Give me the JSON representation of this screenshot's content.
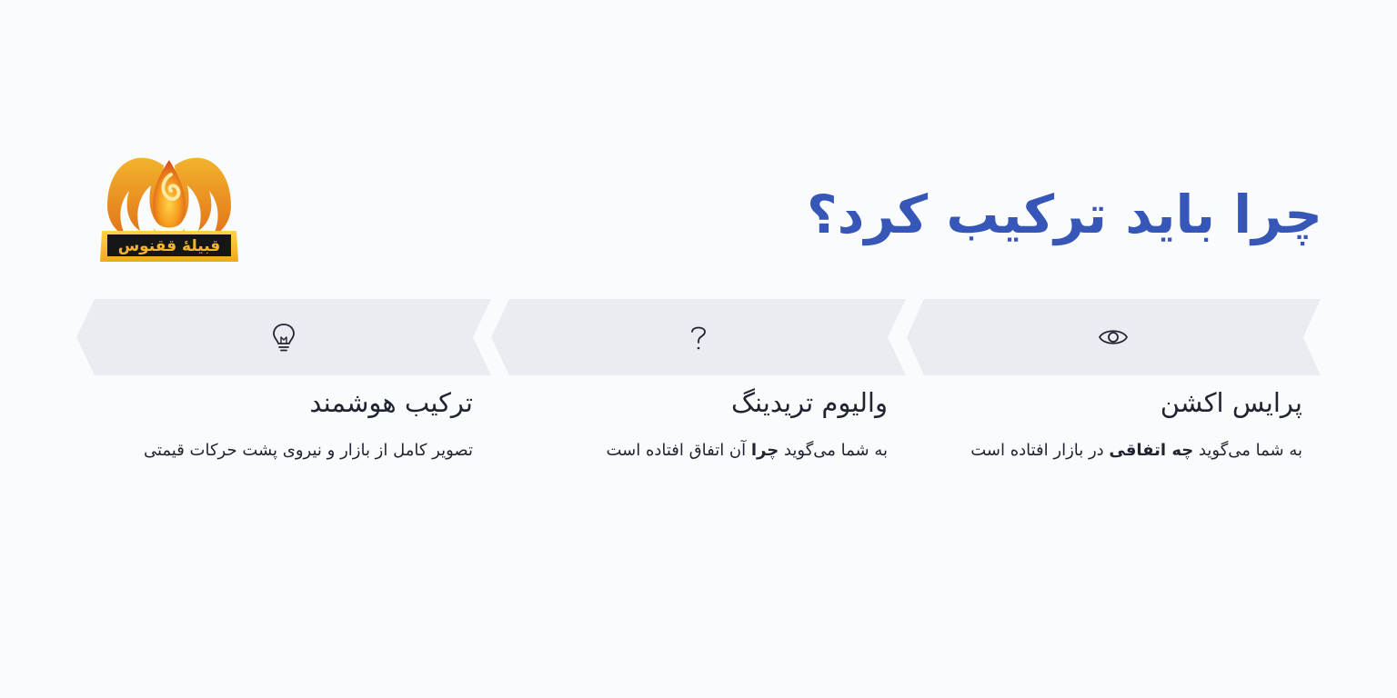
{
  "logo": {
    "text": "قبیلهٔ ققنوس",
    "icon": "phoenix-icon"
  },
  "title": "چرا باید ترکیب کرد؟",
  "colors": {
    "accent": "#3657b8",
    "chevron_fill": "#eaecf1",
    "text": "#1f2430",
    "background": "#fafbfd"
  },
  "steps": [
    {
      "icon": "eye-icon",
      "title": "پرایس اکشن",
      "desc_pre": "به شما می‌گوید ",
      "desc_bold": "چه اتفاقی",
      "desc_post": " در بازار افتاده است"
    },
    {
      "icon": "question-mark-icon",
      "title": "والیوم تریدینگ",
      "desc_pre": "به شما می‌گوید ",
      "desc_bold": "چرا",
      "desc_post": " آن اتفاق افتاده است"
    },
    {
      "icon": "lightbulb-icon",
      "title": "ترکیب هوشمند",
      "desc_pre": "تصویر کامل از بازار و نیروی پشت حرکات قیمتی",
      "desc_bold": "",
      "desc_post": ""
    }
  ]
}
